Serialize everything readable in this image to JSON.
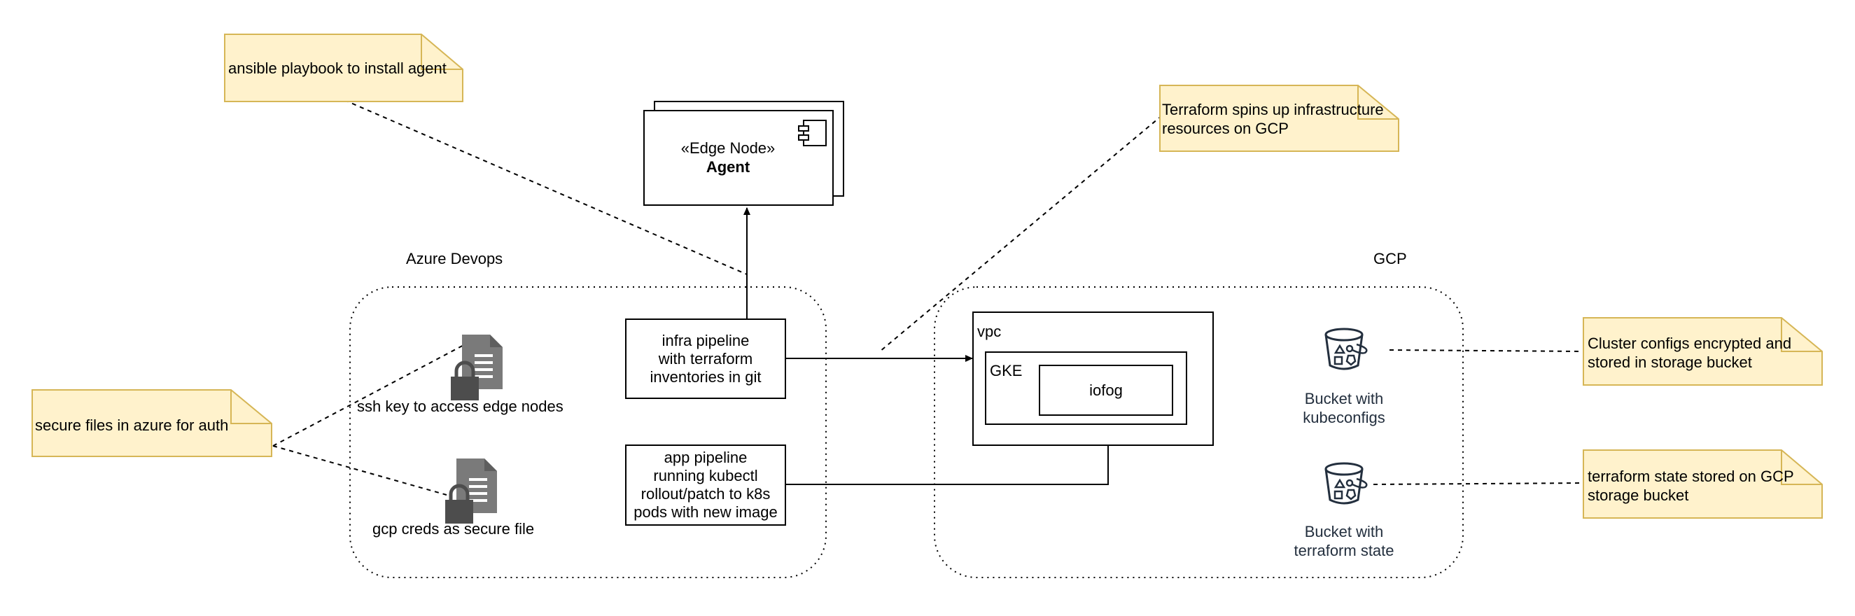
{
  "groups": {
    "azure": {
      "title": "Azure Devops"
    },
    "gcp": {
      "title": "GCP"
    }
  },
  "edge_node": {
    "stereotype": "«Edge Node»",
    "name": "Agent"
  },
  "pipelines": {
    "infra": [
      "infra pipeline",
      "with terraform",
      "inventories in git"
    ],
    "app": [
      "app pipeline",
      "running kubectl",
      "rollout/patch to k8s",
      "pods with new image"
    ]
  },
  "secure_files": {
    "ssh": "ssh key to access edge nodes",
    "gcp": "gcp creds as secure file"
  },
  "infra": {
    "vpc": "vpc",
    "gke": "GKE",
    "iofog": "iofog"
  },
  "buckets": {
    "kubeconfigs": [
      "Bucket with",
      "kubeconfigs"
    ],
    "tfstate": [
      "Bucket with",
      "terraform state"
    ]
  },
  "notes": {
    "ansible": [
      "ansible playbook to install agent"
    ],
    "terraform": [
      "Terraform spins up infrastructure",
      "resources on GCP"
    ],
    "secure": [
      "secure files in azure for auth"
    ],
    "cluster": [
      "Cluster configs encrypted and",
      "stored in storage bucket"
    ],
    "tfstate": [
      "terraform state stored on GCP",
      "storage bucket"
    ]
  },
  "colors": {
    "note_fill": "#FFF2CC",
    "note_stroke": "#D6B656",
    "file_icon": "#7A7A7A",
    "lock_icon": "#4D4D4D",
    "bucket_icon": "#232F3E"
  },
  "icons": {
    "component": "component-icon",
    "file": "document-icon",
    "lock": "lock-icon",
    "bucket": "bucket-icon"
  }
}
